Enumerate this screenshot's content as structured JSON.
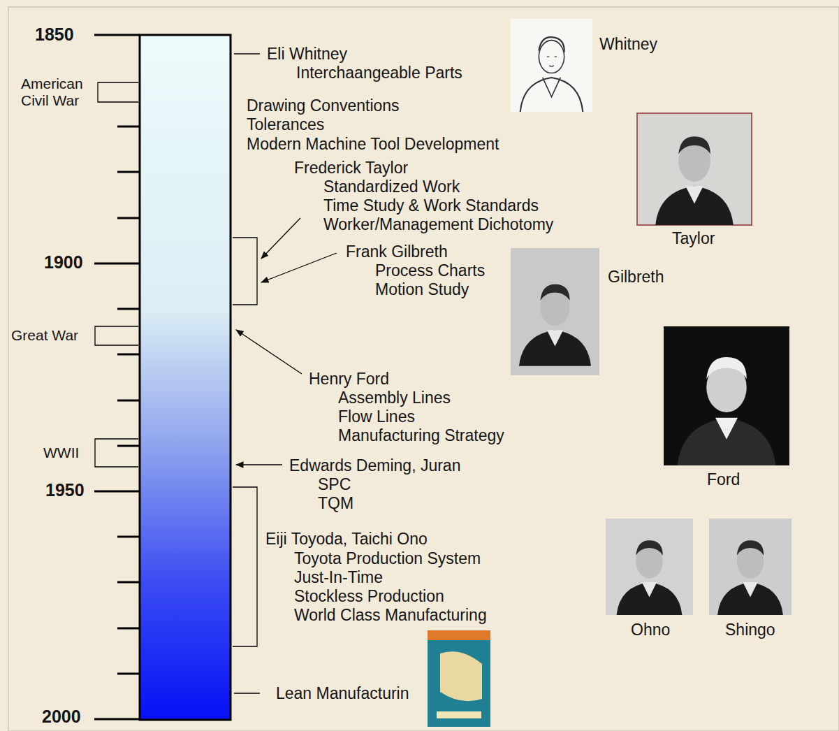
{
  "diagram": {
    "labels": [
      "1850",
      "American Civil War",
      "Eli Whitney",
      "Interchaangeable Parts",
      "Whitney",
      "Drawing Conventions",
      "Tolerances",
      "Modern Machine Tool Development",
      "Frederick Taylor",
      "Standardized Work",
      "Time Study & Work Standards",
      "Worker/Management Dichotomy",
      "Taylor",
      "Frank Gilbreth",
      "Process Charts",
      "Motion Study",
      "Gilbreth",
      "1900",
      "Great War",
      "Henry Ford",
      "Assembly Lines",
      "Flow Lines",
      "Manufacturing Strategy",
      "Ford",
      "WWII",
      "Edwards Deming, Juran",
      "SPC",
      "TQM",
      "1950",
      "Eiji Toyoda, Taichi Ono",
      "Toyota Production System",
      "Just-In-Time",
      "Stockless Production",
      "World Class Manufacturing",
      "Ohno",
      "Shingo",
      "Lean Manufacturin",
      "2000"
    ]
  }
}
